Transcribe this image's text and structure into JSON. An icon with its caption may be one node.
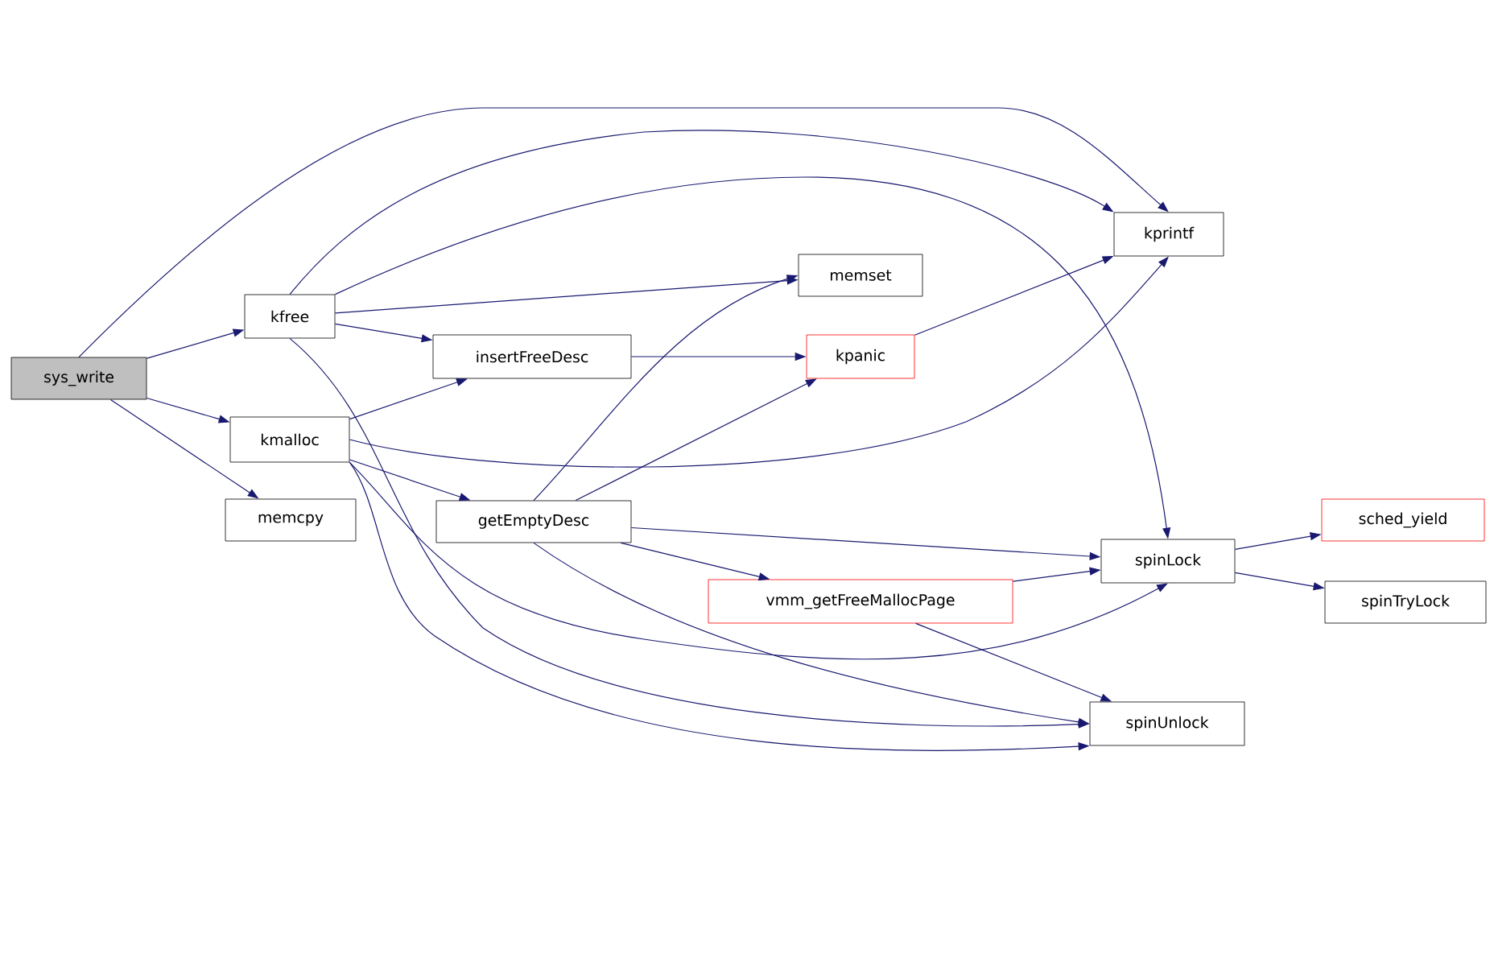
{
  "diagram": {
    "nodes": [
      {
        "text": [
          "sys_write"
        ]
      },
      {
        "text": [
          "kfree"
        ]
      },
      {
        "text": [
          "kmalloc"
        ]
      },
      {
        "text": [
          "memcpy"
        ]
      },
      {
        "text": [
          "insertFreeDesc"
        ]
      },
      {
        "text": [
          "getEmptyDesc"
        ]
      },
      {
        "text": [
          "memset"
        ]
      },
      {
        "text": [
          "kpanic"
        ]
      },
      {
        "text": [
          "vmm_getFreeMallocPage"
        ]
      },
      {
        "text": [
          "kprintf"
        ]
      },
      {
        "text": [
          "spinLock"
        ]
      },
      {
        "text": [
          "spinUnlock"
        ]
      },
      {
        "text": [
          "sched_yield"
        ]
      },
      {
        "text": [
          "spinTryLock"
        ]
      }
    ],
    "edges": [
      {
        "from": 0,
        "to": 1,
        "arrow": "to"
      },
      {
        "from": 0,
        "to": 2,
        "arrow": "to"
      },
      {
        "from": 0,
        "to": 3,
        "arrow": "to"
      },
      {
        "from": 0,
        "to": 9,
        "arrow": "to"
      },
      {
        "from": 1,
        "to": 9,
        "arrow": "to"
      },
      {
        "from": 1,
        "to": 10,
        "arrow": "to"
      },
      {
        "from": 1,
        "to": 6,
        "arrow": "to"
      },
      {
        "from": 1,
        "to": 4,
        "arrow": "to"
      },
      {
        "from": 1,
        "to": 11,
        "arrow": "to"
      },
      {
        "from": 2,
        "to": 4,
        "arrow": "to"
      },
      {
        "from": 2,
        "to": 9,
        "arrow": "to"
      },
      {
        "from": 2,
        "to": 5,
        "arrow": "to"
      },
      {
        "from": 2,
        "to": 10,
        "arrow": "to"
      },
      {
        "from": 2,
        "to": 11,
        "arrow": "to"
      },
      {
        "from": 4,
        "to": 7,
        "arrow": "to"
      },
      {
        "from": 5,
        "to": 6,
        "arrow": "to"
      },
      {
        "from": 5,
        "to": 7,
        "arrow": "to"
      },
      {
        "from": 5,
        "to": 10,
        "arrow": "to"
      },
      {
        "from": 5,
        "to": 8,
        "arrow": "to"
      },
      {
        "from": 5,
        "to": 11,
        "arrow": "to"
      },
      {
        "from": 7,
        "to": 9,
        "arrow": "to"
      },
      {
        "from": 8,
        "to": 10,
        "arrow": "to"
      },
      {
        "from": 8,
        "to": 11,
        "arrow": "to"
      },
      {
        "from": 10,
        "to": 12,
        "arrow": "to"
      },
      {
        "from": 10,
        "to": 13,
        "arrow": "to"
      }
    ]
  }
}
